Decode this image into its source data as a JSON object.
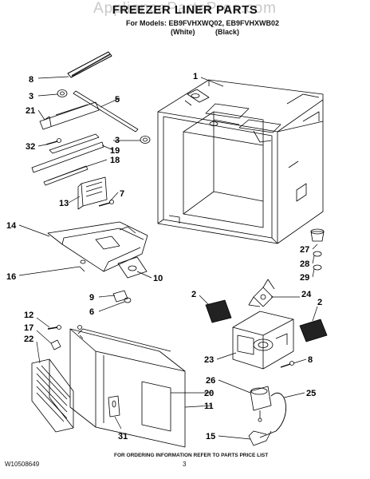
{
  "watermark": "AppliancePartsPros.com",
  "title": "FREEZER LINER PARTS",
  "models_line": "For Models: EB9FVHXWQ02, EB9FVHXWB02",
  "variant_white": "(White)",
  "variant_black": "(Black)",
  "footer": "FOR ORDERING INFORMATION REFER TO PARTS PRICE LIST",
  "doc_number": "W10508649",
  "page_number": "3",
  "callouts": {
    "c1": "1",
    "c8a": "8",
    "c3a": "3",
    "c5": "5",
    "c21": "21",
    "c32": "32",
    "c3b": "3",
    "c19": "19",
    "c18": "18",
    "c7": "7",
    "c13": "13",
    "c14": "14",
    "c16": "16",
    "c10": "10",
    "c9": "9",
    "c6": "6",
    "c27": "27",
    "c28": "28",
    "c29": "29",
    "c2a": "2",
    "c24": "24",
    "c2b": "2",
    "c12": "12",
    "c17": "17",
    "c22": "22",
    "c23": "23",
    "c8b": "8",
    "c26": "26",
    "c25": "25",
    "c20": "20",
    "c11": "11",
    "c15": "15",
    "c31": "31"
  }
}
